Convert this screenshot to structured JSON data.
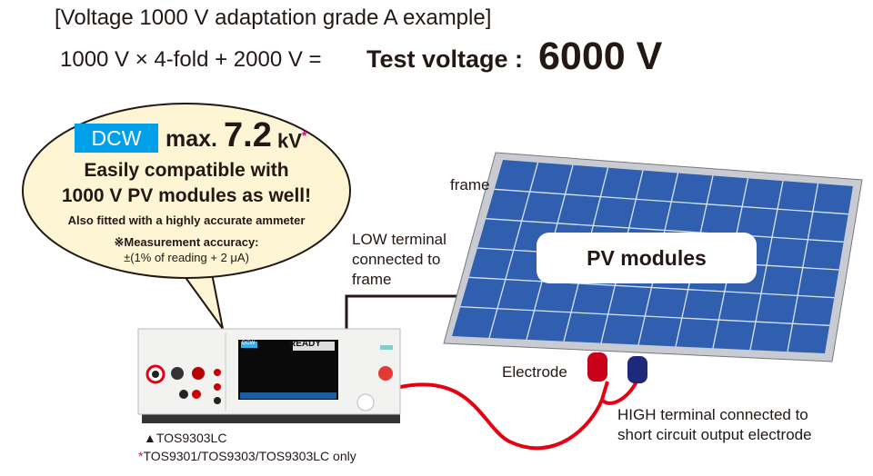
{
  "header": {
    "title": "[Voltage 1000 V adaptation grade A example]",
    "formula": "1000 V × 4-fold + 2000 V =",
    "test_voltage_label": "Test voltage :",
    "test_voltage_value": "6000 V"
  },
  "bubble": {
    "badge": "DCW",
    "max_label": "max.",
    "max_value": "7.2",
    "unit": "kV",
    "asterisk": "*",
    "line1": "Easily compatible with",
    "line2": "1000 V PV modules as well!",
    "line3": "Also fitted with a highly accurate ammeter",
    "accuracy_label": "※Measurement accuracy:",
    "accuracy_value": "±(1% of reading + 2 μA)"
  },
  "labels": {
    "frame": "frame",
    "low_terminal": [
      "LOW terminal",
      "connected to",
      "frame"
    ],
    "pv_modules": "PV modules",
    "electrode": "Electrode",
    "high_terminal": [
      "HIGH terminal connected to",
      "short circuit output electrode"
    ]
  },
  "instrument": {
    "screen_status": "READY",
    "screen_mode": "DCW"
  },
  "captions": {
    "model": "▲TOS9303LC",
    "note_asterisk": "*",
    "note": "TOS9301/TOS9303/TOS9303LC only"
  },
  "colors": {
    "badge": "#00a0e9",
    "bubble": "#fdf5d3",
    "wire_high": "#e60012",
    "panel": "#2f5fae",
    "asterisk": "#e4007f"
  }
}
